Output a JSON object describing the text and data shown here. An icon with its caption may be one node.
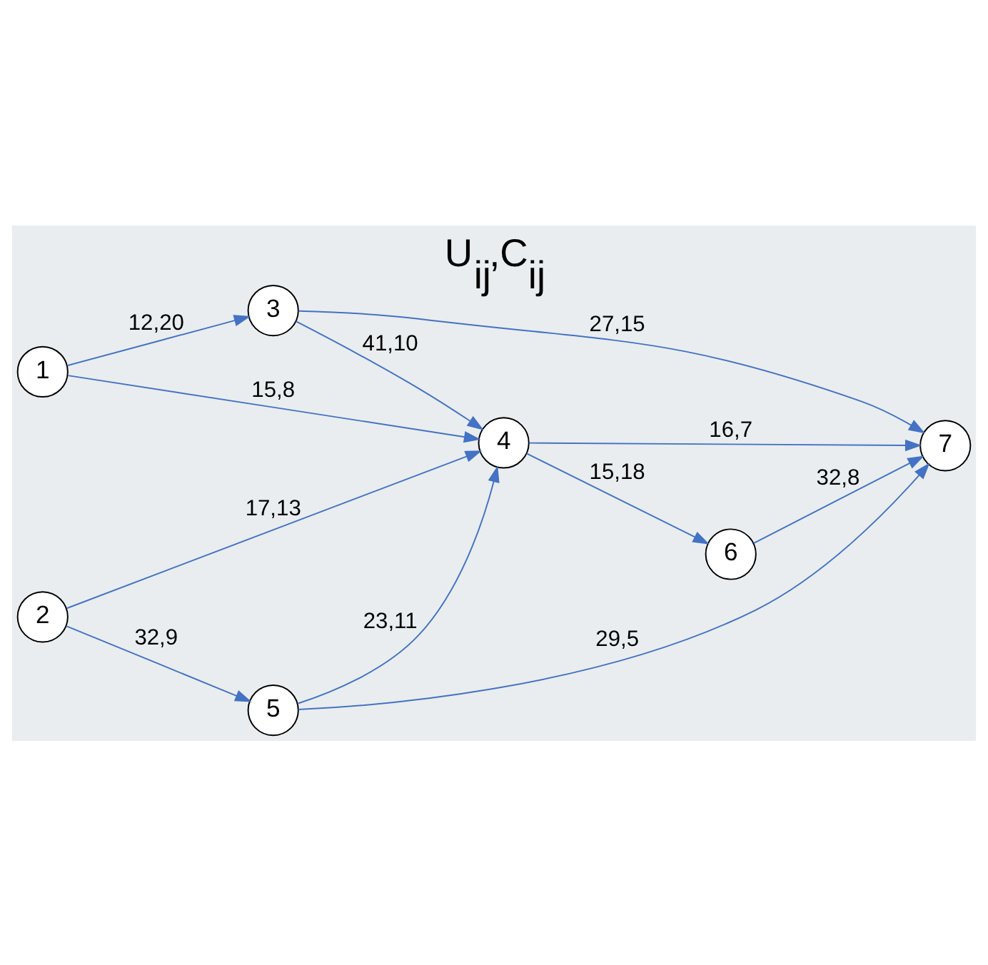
{
  "diagram": {
    "title": "U$_{ij}$,C$_{ij}$",
    "nodes": [
      {
        "text": [
          "1"
        ]
      },
      {
        "text": [
          "2"
        ]
      },
      {
        "text": [
          "3"
        ]
      },
      {
        "text": [
          "4"
        ]
      },
      {
        "text": [
          "5"
        ]
      },
      {
        "text": [
          "6"
        ]
      },
      {
        "text": [
          "7"
        ]
      }
    ],
    "edges": [
      {
        "from": 0,
        "to": 2,
        "arrow": "to",
        "label": "12,20"
      },
      {
        "from": 0,
        "to": 3,
        "arrow": "to",
        "label": "15,8"
      },
      {
        "from": 2,
        "to": 3,
        "arrow": "to",
        "label": "41,10"
      },
      {
        "from": 2,
        "to": 6,
        "arrow": "to",
        "label": "27,15"
      },
      {
        "from": 5,
        "to": 6,
        "arrow": "to",
        "label": "32,8"
      },
      {
        "from": 3,
        "to": 5,
        "arrow": "to",
        "label": "15,18"
      },
      {
        "from": 3,
        "to": 6,
        "arrow": "to",
        "label": "16,7"
      },
      {
        "from": 1,
        "to": 3,
        "arrow": "to",
        "label": "17,13"
      },
      {
        "from": 4,
        "to": 3,
        "arrow": "to",
        "label": "23,11"
      },
      {
        "from": 1,
        "to": 4,
        "arrow": "to",
        "label": "32,9"
      },
      {
        "from": 4,
        "to": 6,
        "arrow": "to",
        "label": "29,5"
      }
    ]
  }
}
